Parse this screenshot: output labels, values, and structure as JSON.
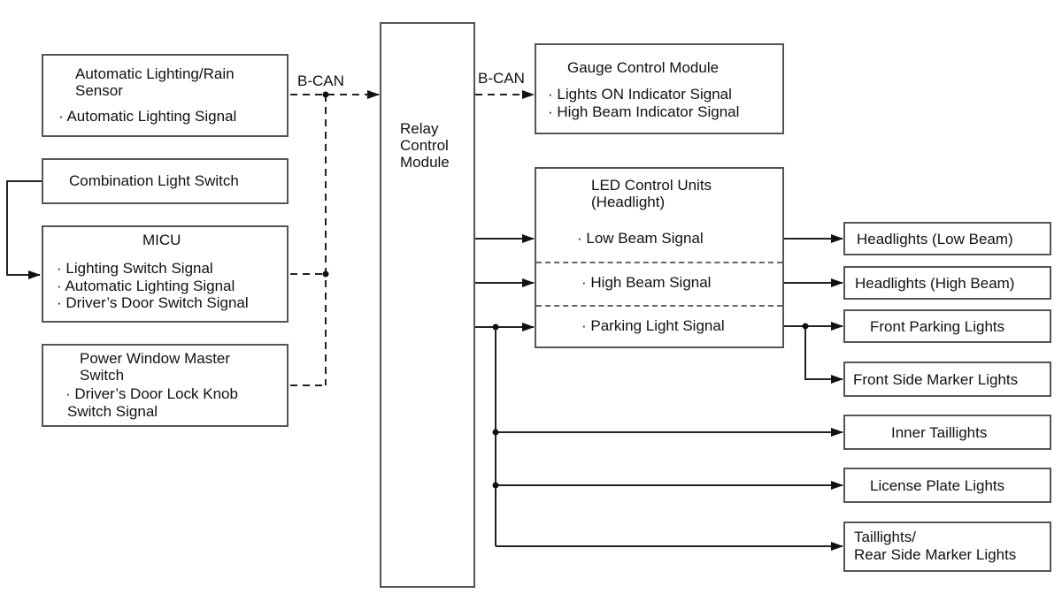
{
  "inputs": {
    "auto_light_sensor": {
      "title_line1": "Automatic Lighting/Rain",
      "title_line2": "Sensor",
      "signal": "· Automatic Lighting Signal"
    },
    "combination_switch": {
      "title": "Combination Light Switch"
    },
    "micu": {
      "title": "MICU",
      "signal1": "· Lighting Switch Signal",
      "signal2": "· Automatic Lighting Signal",
      "signal3": "· Driver’s Door Switch Signal"
    },
    "power_window": {
      "title_line1": "Power Window Master",
      "title_line2": "Switch",
      "signal_line1": "· Driver’s Door Lock Knob",
      "signal_line2": "Switch Signal"
    }
  },
  "bus": {
    "left_label": "B-CAN",
    "right_label": "B-CAN"
  },
  "relay": {
    "line1": "Relay",
    "line2": "Control",
    "line3": "Module"
  },
  "gauge": {
    "title": "Gauge Control Module",
    "signal1": "· Lights ON Indicator Signal",
    "signal2": "· High Beam Indicator Signal"
  },
  "led": {
    "title_line1": "LED Control Units",
    "title_line2": "(Headlight)",
    "low_beam": "· Low Beam Signal",
    "high_beam": "· High Beam Signal",
    "parking": "· Parking Light Signal"
  },
  "outputs": {
    "headlights_low": "Headlights (Low Beam)",
    "headlights_high": "Headlights (High Beam)",
    "front_parking": "Front Parking Lights",
    "front_side_marker": "Front Side Marker Lights",
    "inner_taillights": "Inner Taillights",
    "license_plate": "License Plate Lights",
    "taillights_line1": "Taillights/",
    "taillights_line2": "Rear Side Marker Lights"
  }
}
